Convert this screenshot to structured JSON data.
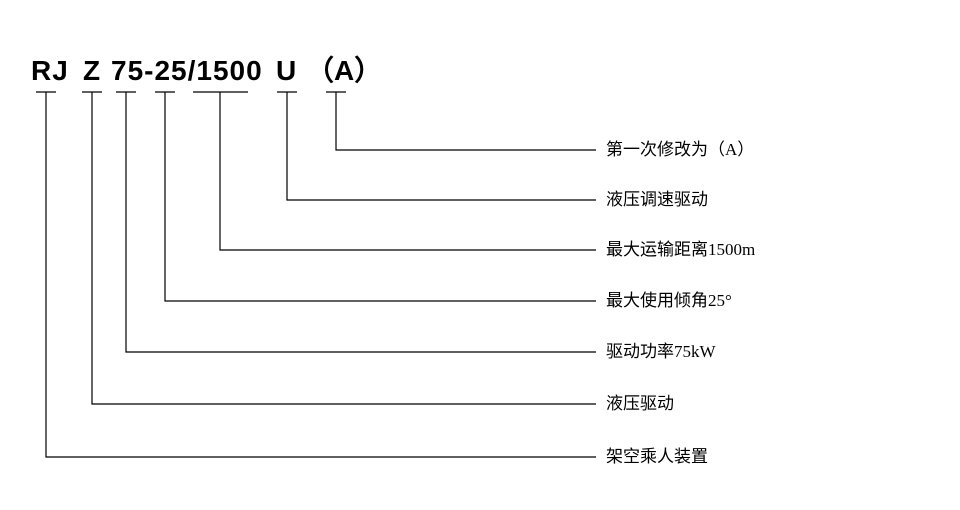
{
  "colors": {
    "background": "#ffffff",
    "line": "#000000",
    "text": "#000000"
  },
  "title": {
    "segments": [
      "RJ",
      "Z",
      "75-25/1500",
      "U",
      "（A）"
    ]
  },
  "callouts": [
    {
      "code": "（A）",
      "label": "第一次修改为（A）"
    },
    {
      "code": "U",
      "label": "液压调速驱动"
    },
    {
      "code": "1500",
      "label": "最大运输距离1500m"
    },
    {
      "code": "25",
      "label": "最大使用倾角25°"
    },
    {
      "code": "75",
      "label": "驱动功率75kW"
    },
    {
      "code": "Z",
      "label": "液压驱动"
    },
    {
      "code": "RJ",
      "label": "架空乘人装置"
    }
  ]
}
